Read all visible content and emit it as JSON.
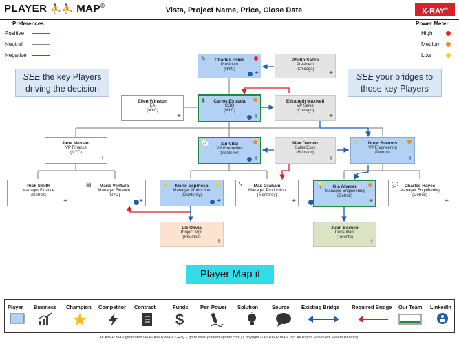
{
  "header": {
    "logo_left": "PLAYER",
    "logo_right": "MAP",
    "logo_reg": "®",
    "title": "Vista, Project Name, Price, Close Date",
    "badge": "X-RAY",
    "badge_reg": "®"
  },
  "preferences": {
    "title": "Preferences",
    "items": [
      {
        "label": "Positive",
        "color": "#1f8a3a"
      },
      {
        "label": "Neutral",
        "color": "#888888"
      },
      {
        "label": "Negative",
        "color": "#d2232a"
      }
    ]
  },
  "power_meter": {
    "title": "Power Meter",
    "items": [
      {
        "label": "High",
        "color": "#e32626"
      },
      {
        "label": "Medium",
        "color": "#f28a1e"
      },
      {
        "label": "Low",
        "color": "#f2d21e"
      }
    ]
  },
  "callouts": {
    "left_em": "SEE",
    "left_rest": " the key Players",
    "left_line2": "driving the decision",
    "right_em": "SEE",
    "right_rest": " your bridges to",
    "right_line2": "those key Players"
  },
  "nodes": {
    "charles_estes": {
      "name": "Charles Estes",
      "title": "President",
      "loc": "(NYC)"
    },
    "phillip_sabre": {
      "name": "Phillip Sabre",
      "title": "President",
      "loc": "(Chicago)"
    },
    "ellen_winston": {
      "name": "Ellen Winston",
      "title": "EA",
      "loc": "(NYC)"
    },
    "carlos_estrada": {
      "name": "Carlos Estrada",
      "title": "COO",
      "loc": "(NYC)"
    },
    "elizabeth_maxwell": {
      "name": "Elizabeth Maxwell",
      "title": "VP Sales",
      "loc": "(Chicago)"
    },
    "jane_messier": {
      "name": "Jane Messier",
      "title": "VP Finance",
      "loc": "(NYC)"
    },
    "ian_vital": {
      "name": "Ian Vital",
      "title": "VP Production",
      "loc": "(Monterey)"
    },
    "max_darden": {
      "name": "Max Darden",
      "title": "Sales Exec",
      "loc": "(Houston)"
    },
    "drew_barrons": {
      "name": "Drew Barrons",
      "title": "VP Engineering",
      "loc": "(Detroit)"
    },
    "rick_smith": {
      "name": "Rick Smith",
      "title": "Manager Finance",
      "loc": "(Detroit)"
    },
    "marie_ventura": {
      "name": "Marie Ventura",
      "title": "Manager Finance",
      "loc": "(NYC)"
    },
    "mario_espinosa": {
      "name": "Mario Espinosa",
      "title": "Manager Production",
      "loc": "(Monterey)"
    },
    "max_graham": {
      "name": "Max Graham",
      "title": "Manager Production",
      "loc": "(Monterey)"
    },
    "gia_alvarez": {
      "name": "Gia Alvarez",
      "title": "Manager Engineering",
      "loc": "(Detroit)"
    },
    "charles_hayes": {
      "name": "Charles Hayes",
      "title": "Manager Engineering",
      "loc": "(Detroit)"
    },
    "liz_olivia": {
      "name": "Liz Olivia",
      "title": "Project Mgr.",
      "loc": "(Houston)"
    },
    "juan_borneo": {
      "name": "Juan Borneo",
      "title": "Consultant",
      "loc": "(Toronto)"
    }
  },
  "plus_symbol": "+",
  "action_button": "Player Map it",
  "legend": [
    "Player",
    "Business",
    "Champion",
    "Competitor",
    "Contract",
    "Funds",
    "Pen Power",
    "Solution",
    "Source",
    "Existing Bridge",
    "Required Bridge",
    "Our Team",
    "LinkedIn"
  ],
  "footer": "PLAYER MAP generated via PLAYER MAP X-Ray – go to www.playermapxray.com | Copyright © PLAYER MAP, Inc. All Rights Reserved. Patent Pending."
}
